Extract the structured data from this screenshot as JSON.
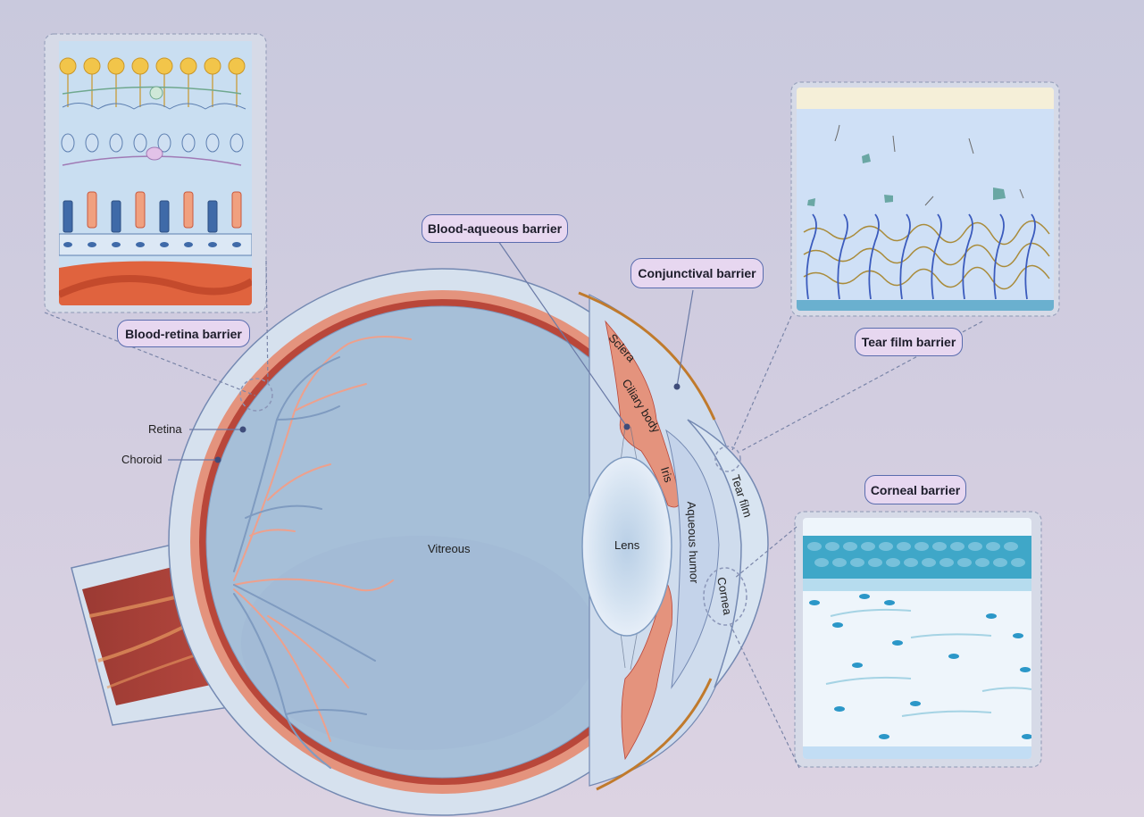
{
  "barriers": {
    "blood_retina": "Blood-retina barrier",
    "blood_aqueous": "Blood-aqueous barrier",
    "conjunctival": "Conjunctival barrier",
    "tear_film": "Tear film barrier",
    "corneal": "Corneal barrier"
  },
  "structures": {
    "retina": "Retina",
    "choroid": "Choroid",
    "vitreous": "Vitreous",
    "lens": "Lens",
    "sclera": "Sclera",
    "ciliary_body": "Ciliary body",
    "iris": "Iris",
    "aqueous_humor": "Aqueous humor",
    "cornea": "Cornea",
    "tear_film": "Tear film"
  },
  "colors": {
    "sclera": "#d6e1ee",
    "choroid": "#e4937d",
    "retina": "#b9473a",
    "vitreous": "#a6bfd8",
    "vessel_pink": "#eea08c",
    "vessel_blue": "#7f9bc0",
    "conjunctiva": "#c07a2c",
    "pill_fill": "#e7d7f0",
    "pill_border": "#5a6cae",
    "inset_frame": "#9aa3bd"
  }
}
